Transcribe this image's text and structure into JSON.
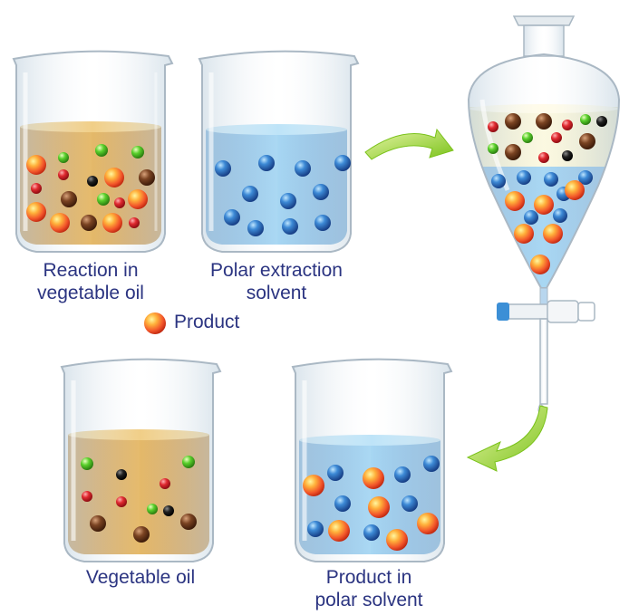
{
  "labels": {
    "beaker_reaction": [
      "Reaction in",
      "vegetable oil"
    ],
    "beaker_polar": [
      "Polar extraction",
      "solvent"
    ],
    "legend_product": "Product",
    "beaker_oil": "Vegetable oil",
    "beaker_product": [
      "Product in",
      "polar solvent"
    ]
  },
  "colors": {
    "oil": "#d49a3a",
    "polar_solvent": "#5aa8dc",
    "product_sphere": "#f2552a",
    "solvent_sphere": "#2a6fc0",
    "green_sphere": "#5ad02c",
    "red_sphere": "#d81f2a",
    "brown_sphere": "#6b3a1e",
    "black_sphere": "#111111",
    "arrow": "#8ccf1a",
    "label_text": "#2b3481"
  },
  "icons": [
    "beaker-icon",
    "separatory-funnel-icon",
    "curved-arrow-icon",
    "product-sphere-icon"
  ]
}
